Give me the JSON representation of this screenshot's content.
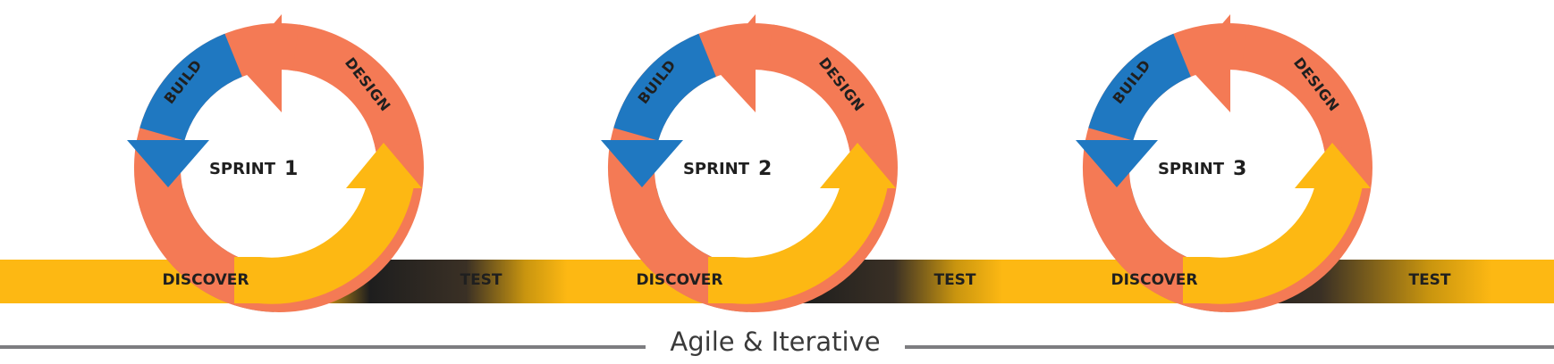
{
  "colors": {
    "discover": "#878487",
    "build": "#1f78c1",
    "design": "#f47a55",
    "test": "#fdb813",
    "band": "#fdb813",
    "band_dark": "#1e1e1e"
  },
  "sprints": [
    {
      "sprint_word": "SPRINT",
      "number": "1",
      "build": "BUILD",
      "design": "DESIGN",
      "discover": "DISCOVER",
      "test": "TEST"
    },
    {
      "sprint_word": "SPRINT",
      "number": "2",
      "build": "BUILD",
      "design": "DESIGN",
      "discover": "DISCOVER",
      "test": "TEST"
    },
    {
      "sprint_word": "SPRINT",
      "number": "3",
      "build": "BUILD",
      "design": "DESIGN",
      "discover": "DISCOVER",
      "test": "TEST"
    }
  ],
  "footer": {
    "label": "Agile & Iterative"
  }
}
